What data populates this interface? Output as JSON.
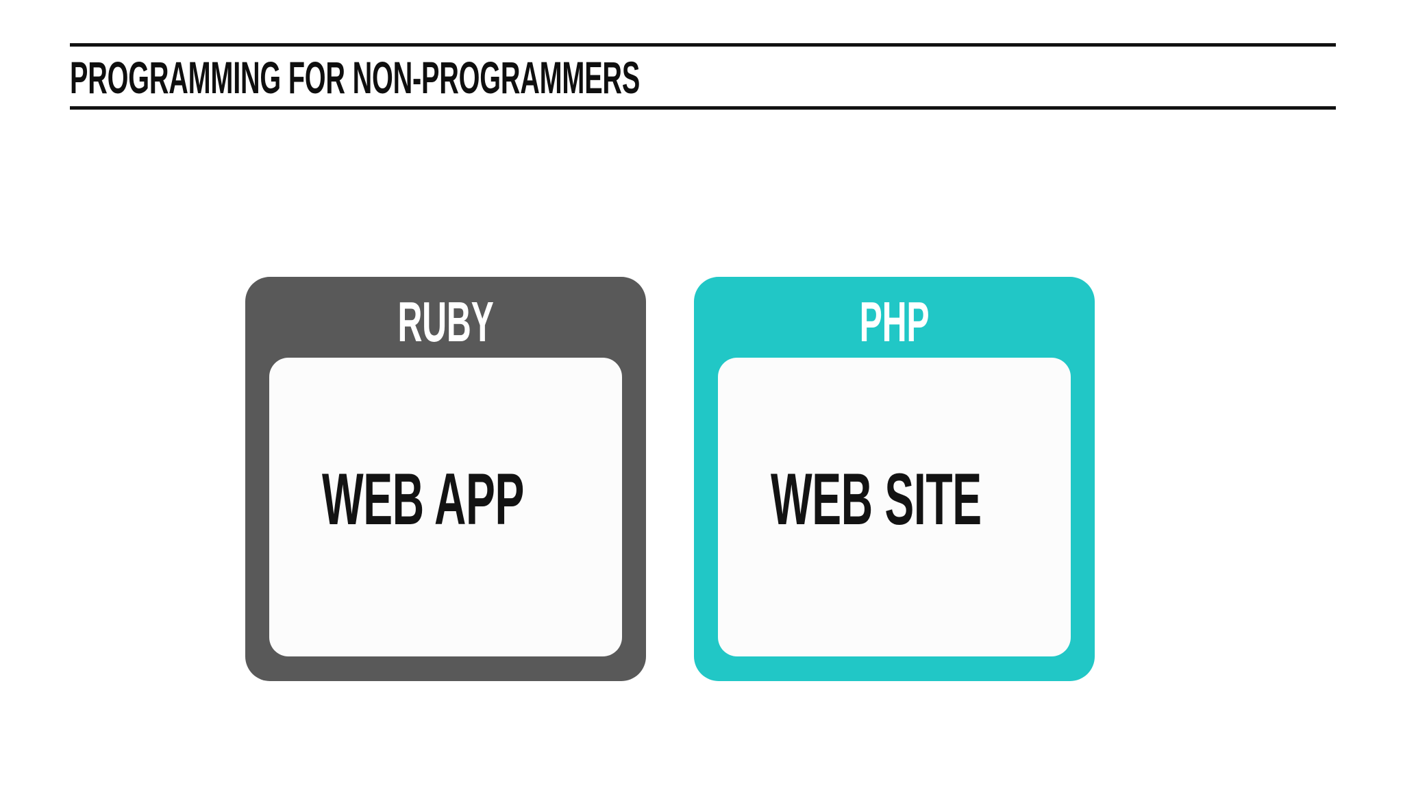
{
  "slide": {
    "title": "PROGRAMMING FOR NON-PROGRAMMERS",
    "colors": {
      "rule": "#121212",
      "title_text": "#0f0f0f",
      "card_label_text": "#ffffff",
      "inner_box": "#fcfcfc",
      "artifact_text": "#131313"
    },
    "cards": [
      {
        "language": "RUBY",
        "artifact": "WEB APP",
        "color": "#595959"
      },
      {
        "language": "PHP",
        "artifact": "WEB SITE",
        "color": "#21c7c6"
      }
    ]
  }
}
